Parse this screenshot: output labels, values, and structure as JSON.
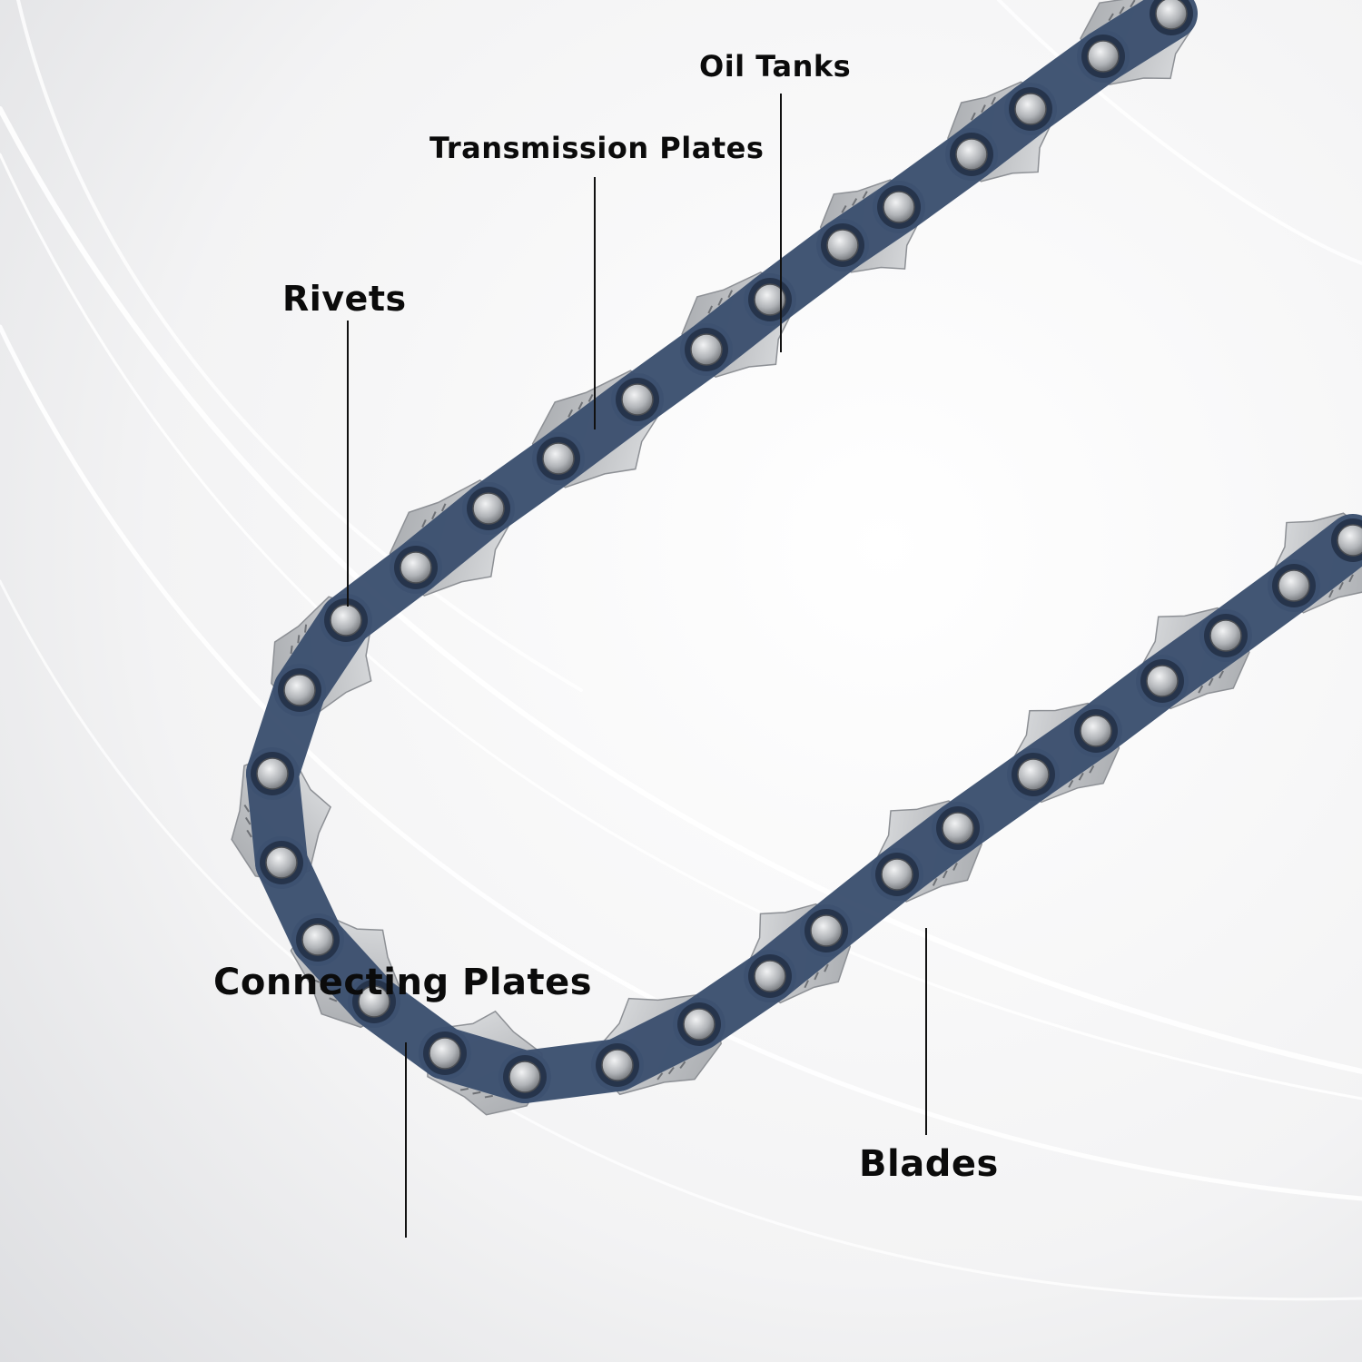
{
  "callouts": {
    "oil_tanks": "Oil Tanks",
    "transmission_plates": "Transmission Plates",
    "rivets": "Rivets",
    "blades": "Blades",
    "connecting_plates": "Connecting Plates"
  },
  "colors": {
    "background": "#f4f4f5",
    "swoosh": "#ffffff",
    "connecting_plate": "#3d5170",
    "blade_steel": "#c4c6c9",
    "rivet": "#b3b6ba",
    "label_text": "#0b0b0b",
    "leader_line": "#111111"
  },
  "icons": {
    "chain": "saw-chain-loop",
    "rivet": "rivet-icon",
    "blade": "cutter-tooth-icon"
  }
}
